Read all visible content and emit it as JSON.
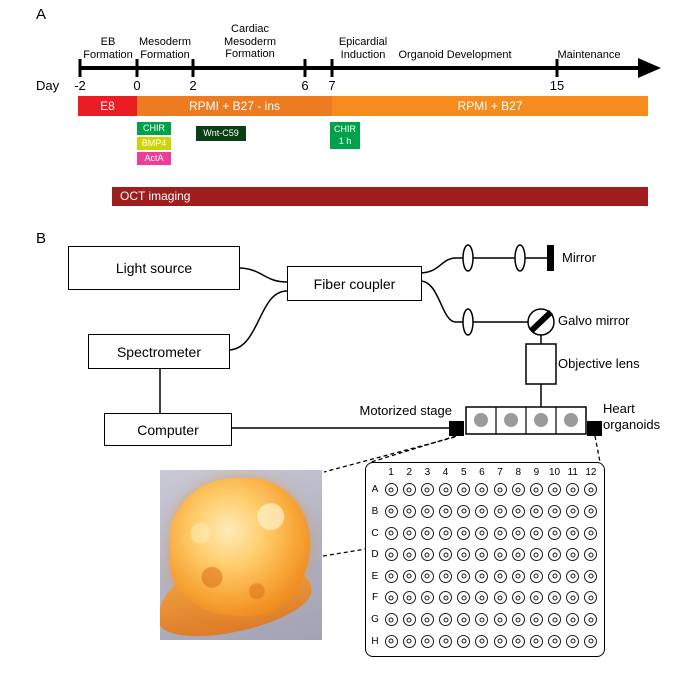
{
  "figure": {
    "panel_a_label": "A",
    "panel_b_label": "B"
  },
  "timeline": {
    "day_axis_label": "Day",
    "day_ticks": [
      "-2",
      "0",
      "2",
      "6",
      "7",
      "15"
    ],
    "phase_labels": [
      "EB\nFormation",
      "Mesoderm\nFormation",
      "Cardiac\nMesoderm\nFormation",
      "Epicardial\nInduction",
      "Organoid Development",
      "Maintenance"
    ],
    "media_bars": [
      {
        "label": "E8",
        "color": "#ec1c24"
      },
      {
        "label": "RPMI + B27 - ins",
        "color": "#ed7b21"
      },
      {
        "label": "RPMI + B27",
        "color": "#f68b1e"
      }
    ],
    "treatments": [
      {
        "label": "CHIR",
        "color": "#00a14b"
      },
      {
        "label": "BMP4",
        "color": "#cdd400"
      },
      {
        "label": "ActA",
        "color": "#ee3d96"
      },
      {
        "label": "Wnt-C59",
        "color": "#0a3f16"
      },
      {
        "label": "CHIR\n1 h",
        "color": "#00a14b"
      }
    ],
    "oct_bar": {
      "label": "OCT imaging",
      "color": "#a01d1d"
    }
  },
  "oct_system": {
    "boxes": {
      "light_source": "Light source",
      "fiber_coupler": "Fiber coupler",
      "spectrometer": "Spectrometer",
      "computer": "Computer"
    },
    "labels": {
      "mirror": "Mirror",
      "galvo_mirror": "Galvo mirror",
      "objective_lens": "Objective lens",
      "motorized_stage": "Motorized stage",
      "heart_organoids": "Heart\norganoids"
    }
  },
  "well_plate": {
    "column_labels": [
      "1",
      "2",
      "3",
      "4",
      "5",
      "6",
      "7",
      "8",
      "9",
      "10",
      "11",
      "12"
    ],
    "row_labels": [
      "A",
      "B",
      "C",
      "D",
      "E",
      "F",
      "G",
      "H"
    ]
  }
}
